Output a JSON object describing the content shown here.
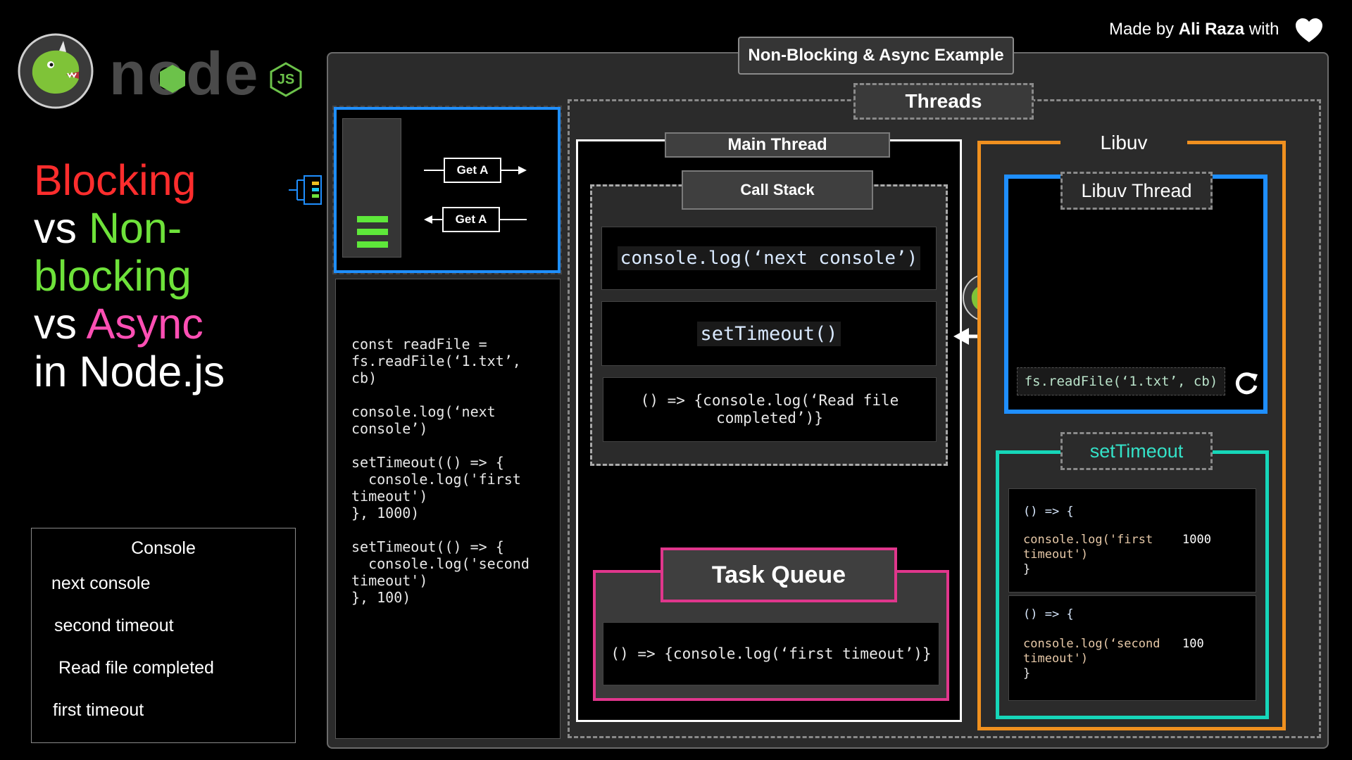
{
  "credit": {
    "made_by": "Made by",
    "author": "Ali Raza",
    "with": "with"
  },
  "logo": {
    "brand": "node",
    "badge": "JS"
  },
  "title": {
    "line1": "Blocking",
    "line2_prefix": "vs ",
    "line2_word": "Non-",
    "line3": "blocking",
    "line4_prefix": "vs ",
    "line4_word": "Async",
    "line5": "in Node.js"
  },
  "colors": {
    "blocking": "#ff2d2d",
    "non_blocking": "#6ee23a",
    "async": "#ff4fb4",
    "libuv_border": "#f0901f",
    "libuv_thread_border": "#1f8fff",
    "settimeout_border": "#16d6b9",
    "task_queue_border": "#e0368c",
    "node_green": "#6cc24a"
  },
  "console": {
    "title": "Console",
    "lines": [
      "next console",
      "second timeout",
      "Read file completed",
      "first timeout"
    ]
  },
  "diagram": {
    "header": "Non-Blocking & Async Example",
    "threads_label": "Threads",
    "get_a_top": "Get A",
    "get_a_bottom": "Get A",
    "main_thread_label": "Main Thread",
    "call_stack_label": "Call Stack",
    "call_stack": [
      "console.log(‘next console’)",
      "setTimeout()",
      "() => {console.log(‘Read file completed’)}"
    ],
    "task_queue_label": "Task Queue",
    "task_queue_item": "() => {console.log(‘first timeout’)}",
    "libuv_label": "Libuv",
    "libuv_thread_label": "Libuv Thread",
    "libuv_thread_item": "fs.readFile(‘1.txt’, cb)",
    "settimeout_label": "setTimeout",
    "timers": [
      {
        "open": "() => {",
        "body": "console.log('first timeout')",
        "close": "}",
        "delay": "1000"
      },
      {
        "open": "() => {",
        "body": "console.log(‘second timeout')",
        "close": "}",
        "delay": "100"
      }
    ]
  },
  "code_lines": [
    "const readFile =",
    "fs.readFile(‘1.txt’,",
    "cb)",
    "",
    "console.log(‘next",
    "console’)",
    "",
    "setTimeout(() => {",
    "  console.log('first",
    "timeout')",
    "}, 1000)",
    "",
    "setTimeout(() => {",
    "  console.log('second",
    "timeout')",
    "}, 100)"
  ]
}
